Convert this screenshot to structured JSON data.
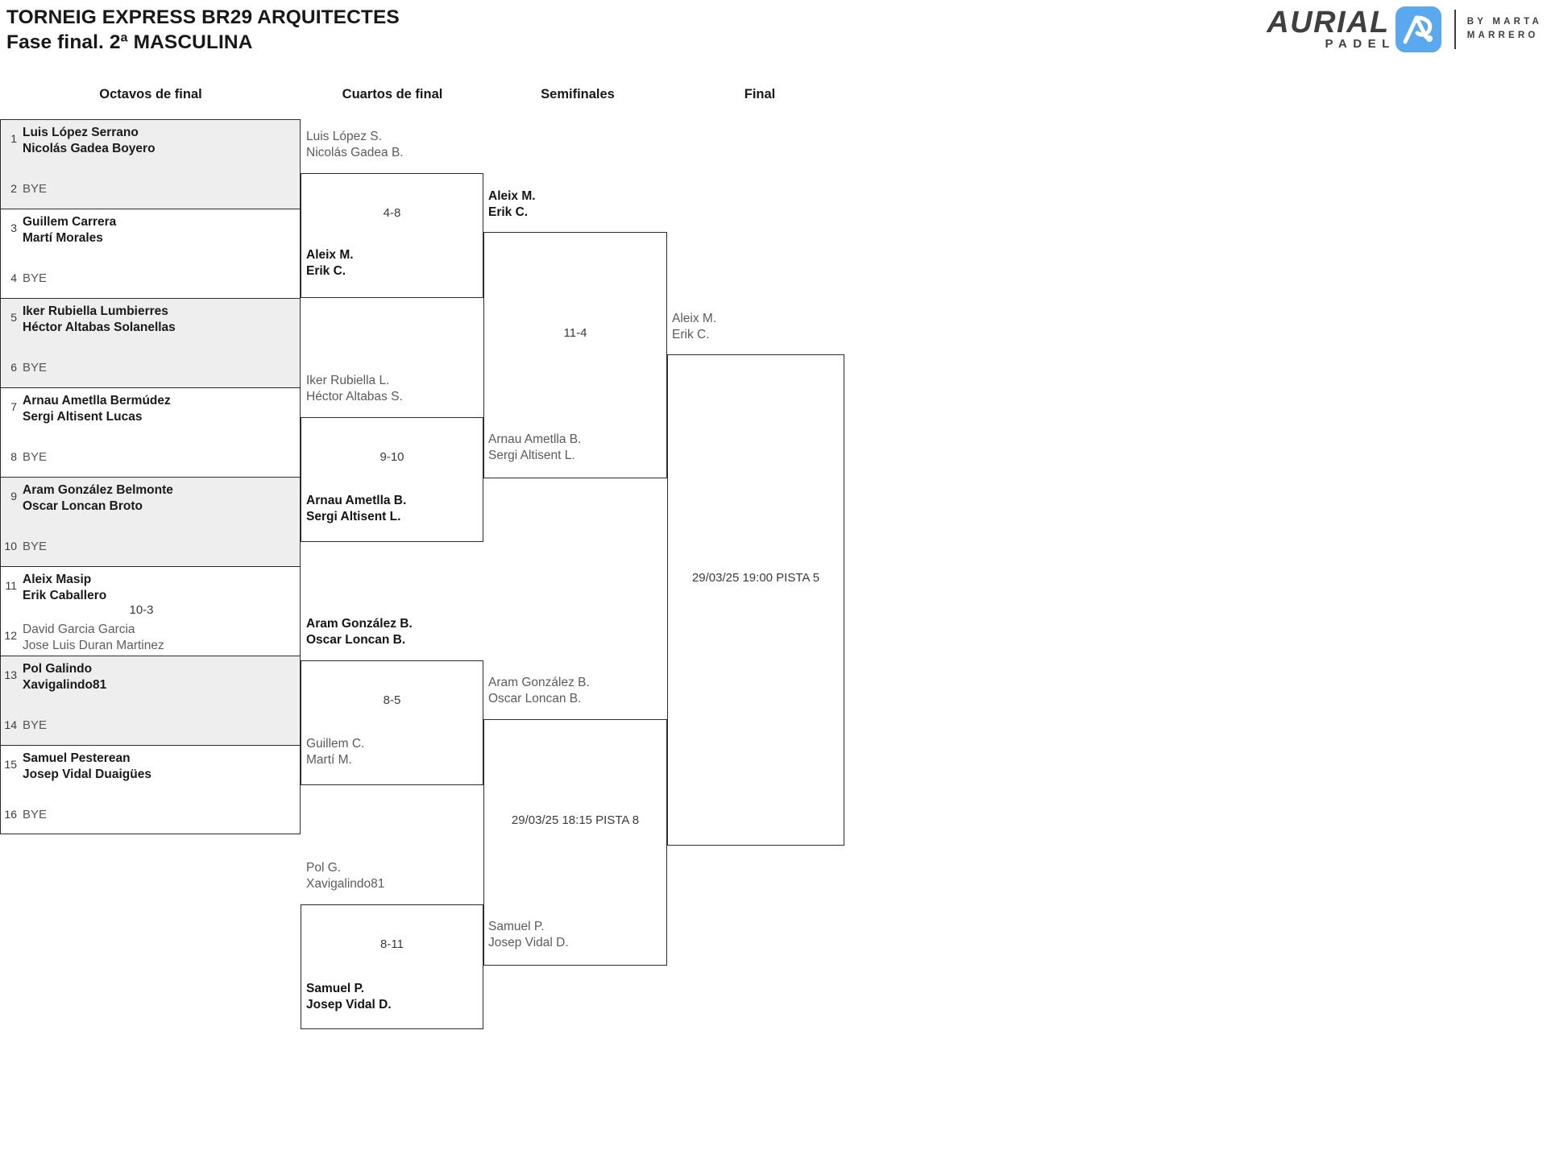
{
  "header": {
    "title_line1": "TORNEIG EXPRESS BR29 ARQUITECTES",
    "title_line2": "Fase final. 2ª MASCULINA"
  },
  "logo": {
    "brand": "AURIAL",
    "sub": "PADEL",
    "by_line1": "BY MARTA",
    "by_line2": "MARRERO",
    "mark_color": "#5aa9ef"
  },
  "rounds": [
    {
      "name": "round-of-16",
      "label": "Octavos de final"
    },
    {
      "name": "quarterfinals",
      "label": "Cuartos de final"
    },
    {
      "name": "semifinals",
      "label": "Semifinales"
    },
    {
      "name": "final",
      "label": "Final"
    }
  ],
  "round_of_16": {
    "bye_label": "BYE",
    "blocks": [
      {
        "shaded": true,
        "score": "",
        "top": {
          "seed": "1",
          "line1": "Luis López Serrano",
          "line2": "Nicolás Gadea Boyero",
          "state": "win"
        },
        "bottom": {
          "seed": "2",
          "bye": true
        }
      },
      {
        "shaded": false,
        "score": "",
        "top": {
          "seed": "3",
          "line1": "Guillem Carrera",
          "line2": "Martí Morales",
          "state": "win"
        },
        "bottom": {
          "seed": "4",
          "bye": true
        }
      },
      {
        "shaded": true,
        "score": "",
        "top": {
          "seed": "5",
          "line1": "Iker Rubiella Lumbierres",
          "line2": "Héctor Altabas Solanellas",
          "state": "win"
        },
        "bottom": {
          "seed": "6",
          "bye": true
        }
      },
      {
        "shaded": false,
        "score": "",
        "top": {
          "seed": "7",
          "line1": "Arnau Ametlla Bermúdez",
          "line2": "Sergi Altisent Lucas",
          "state": "win"
        },
        "bottom": {
          "seed": "8",
          "bye": true
        }
      },
      {
        "shaded": true,
        "score": "",
        "top": {
          "seed": "9",
          "line1": "Aram González Belmonte",
          "line2": "Oscar Loncan Broto",
          "state": "win"
        },
        "bottom": {
          "seed": "10",
          "bye": true
        }
      },
      {
        "shaded": false,
        "score": "10-3",
        "top": {
          "seed": "11",
          "line1": "Aleix Masip",
          "line2": "Erik Caballero",
          "state": "win"
        },
        "bottom": {
          "seed": "12",
          "line1": "David Garcia Garcia",
          "line2": "Jose Luis Duran Martinez",
          "state": "lose"
        }
      },
      {
        "shaded": true,
        "score": "",
        "top": {
          "seed": "13",
          "line1": "Pol Galindo",
          "line2": "Xavigalindo81",
          "state": "win"
        },
        "bottom": {
          "seed": "14",
          "bye": true
        }
      },
      {
        "shaded": false,
        "score": "",
        "top": {
          "seed": "15",
          "line1": "Samuel Pesterean",
          "line2": "Josep Vidal Duaigües",
          "state": "win"
        },
        "bottom": {
          "seed": "16",
          "bye": true
        }
      }
    ]
  },
  "quarterfinals": [
    {
      "score": "4-8",
      "top": {
        "line1": "Luis López S.",
        "line2": "Nicolás Gadea B.",
        "state": "lose"
      },
      "bottom": {
        "line1": "Aleix M.",
        "line2": "Erik C.",
        "state": "win"
      }
    },
    {
      "score": "9-10",
      "top": {
        "line1": "Iker Rubiella L.",
        "line2": "Héctor Altabas S.",
        "state": "lose"
      },
      "bottom": {
        "line1": "Arnau Ametlla B.",
        "line2": "Sergi Altisent L.",
        "state": "win"
      }
    },
    {
      "score": "8-5",
      "top": {
        "line1": "Aram González B.",
        "line2": "Oscar Loncan B.",
        "state": "win"
      },
      "bottom": {
        "line1": "Guillem C.",
        "line2": "Martí M.",
        "state": "lose"
      }
    },
    {
      "score": "8-11",
      "top": {
        "line1": "Pol G.",
        "line2": "Xavigalindo81",
        "state": "lose"
      },
      "bottom": {
        "line1": "Samuel P.",
        "line2": "Josep Vidal D.",
        "state": "win"
      }
    }
  ],
  "semifinals": [
    {
      "score": "11-4",
      "top": {
        "line1": "Aleix M.",
        "line2": "Erik C.",
        "state": "win"
      },
      "bottom": {
        "line1": "Arnau Ametlla B.",
        "line2": "Sergi Altisent L.",
        "state": "lose"
      }
    },
    {
      "score": "29/03/25 18:15 PISTA 8",
      "top": {
        "line1": "Aram González B.",
        "line2": "Oscar Loncan B.",
        "state": "lose"
      },
      "bottom": {
        "line1": "Samuel P.",
        "line2": "Josep Vidal D.",
        "state": "lose"
      }
    }
  ],
  "final": {
    "score": "29/03/25 19:00 PISTA 5",
    "top": {
      "line1": "Aleix M.",
      "line2": "Erik C.",
      "state": "lose"
    }
  }
}
